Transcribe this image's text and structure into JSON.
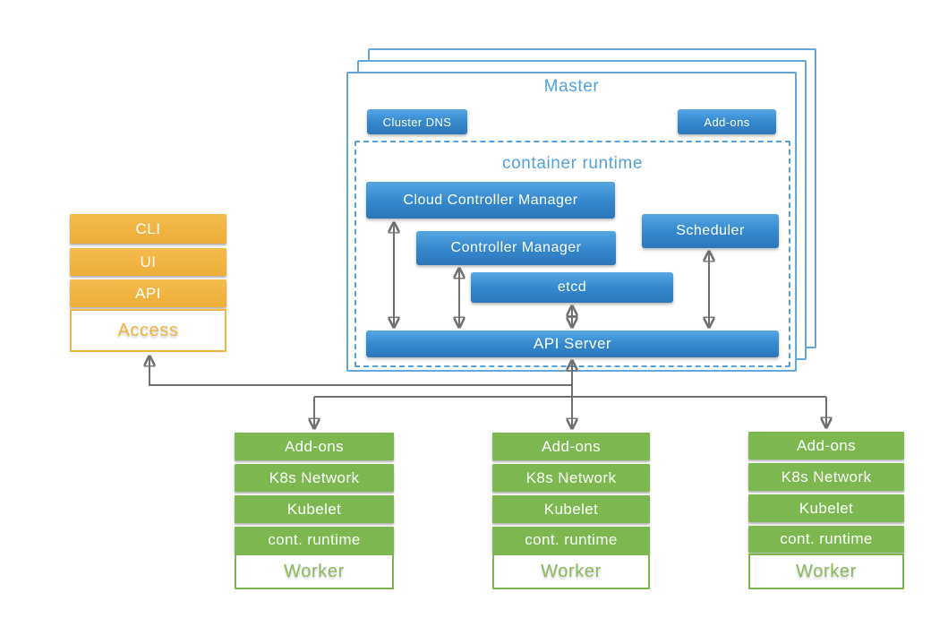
{
  "colors": {
    "blue": "#3588cd",
    "light_blue": "#55a0d9",
    "orange": "#f1b43f",
    "green": "#7cb750",
    "line_gray": "#707070"
  },
  "access_stack": {
    "items": [
      "CLI",
      "UI",
      "API"
    ],
    "footer_label": "Access"
  },
  "master": {
    "title": "Master",
    "cluster_dns_label": "Cluster DNS",
    "addons_label": "Add-ons",
    "container_runtime": {
      "title": "container runtime",
      "components": {
        "cloud_controller_manager": "Cloud Controller Manager",
        "controller_manager": "Controller Manager",
        "etcd": "etcd",
        "scheduler": "Scheduler",
        "api_server": "API Server"
      }
    }
  },
  "workers": [
    {
      "rows": [
        "Add-ons",
        "K8s Network",
        "Kubelet",
        "cont. runtime"
      ],
      "footer_label": "Worker"
    },
    {
      "rows": [
        "Add-ons",
        "K8s Network",
        "Kubelet",
        "cont. runtime"
      ],
      "footer_label": "Worker"
    },
    {
      "rows": [
        "Add-ons",
        "K8s Network",
        "Kubelet",
        "cont. runtime"
      ],
      "footer_label": "Worker"
    }
  ]
}
